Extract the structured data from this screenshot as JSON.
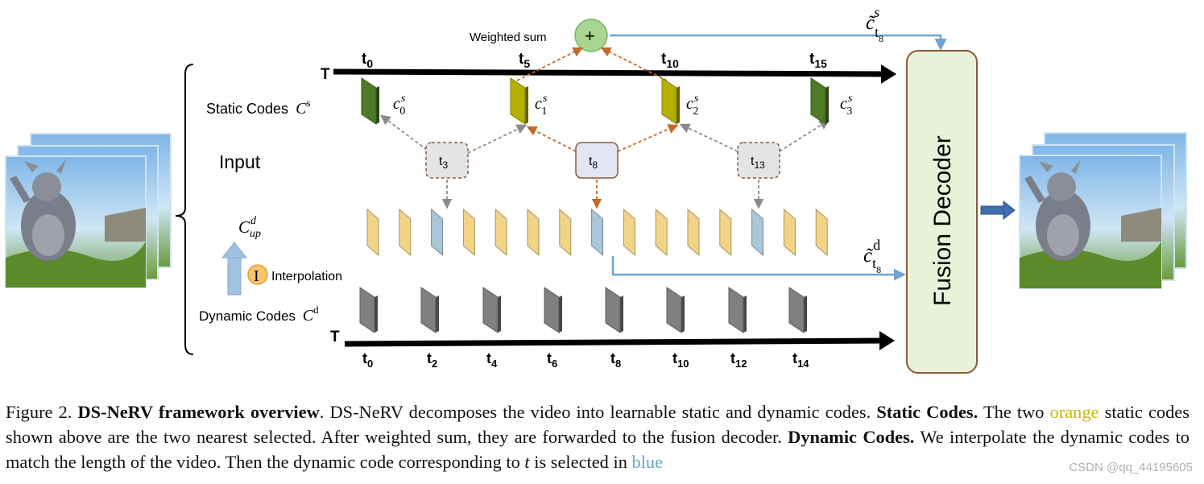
{
  "colors": {
    "static_green": "#4f7a28",
    "static_olive": "#b5b000",
    "dynamic_gray": "#808080",
    "up_yellow": "#f2d487",
    "up_blue": "#a9c7d6",
    "orange_arrow": "#c46a28",
    "gray_arrow": "#8a8a8a",
    "blue_line": "#6fa3d0",
    "decoder_fill": "#e8f2d8",
    "decoder_border": "#8a5a3a",
    "plus_fill": "#a8d591"
  },
  "labels": {
    "weighted_sum": "Weighted sum",
    "plus": "+",
    "static_codes": "Static Codes",
    "static_codes_sym": "C",
    "static_codes_sup": "s",
    "input": "Input",
    "cup": "C",
    "cup_sup": "d",
    "cup_sub": "up",
    "interp_icon": "I",
    "interpolation": "Interpolation",
    "dynamic_codes": "Dynamic Codes",
    "dynamic_codes_sym": "C",
    "dynamic_codes_sup": "d",
    "axis_T_top": "T",
    "axis_T_bottom": "T",
    "fusion_decoder": "Fusion Decoder",
    "ct_s_base": "c̃",
    "ct_s_sub": "t",
    "ct_s_subsub": "8",
    "ct_s_sup": "s",
    "ct_d_base": "c̃",
    "ct_d_sub": "t",
    "ct_d_subsub": "8",
    "ct_d_sup": "d"
  },
  "top_ticks": [
    {
      "base": "t",
      "sub": "0"
    },
    {
      "base": "t",
      "sub": "5"
    },
    {
      "base": "t",
      "sub": "10"
    },
    {
      "base": "t",
      "sub": "15"
    }
  ],
  "static_code_labels": [
    {
      "base": "c",
      "sub": "0",
      "sup": "s",
      "color": "green"
    },
    {
      "base": "c",
      "sub": "1",
      "sup": "s",
      "color": "olive"
    },
    {
      "base": "c",
      "sub": "2",
      "sup": "s",
      "color": "olive"
    },
    {
      "base": "c",
      "sub": "3",
      "sup": "s",
      "color": "green"
    }
  ],
  "input_boxes": [
    {
      "base": "t",
      "sub": "3",
      "selected": false
    },
    {
      "base": "t",
      "sub": "8",
      "selected": true
    },
    {
      "base": "t",
      "sub": "13",
      "selected": false
    }
  ],
  "upsampled_codes": [
    "y",
    "y",
    "b",
    "y",
    "y",
    "y",
    "y",
    "b",
    "y",
    "y",
    "y",
    "y",
    "b",
    "y",
    "y"
  ],
  "bottom_ticks": [
    {
      "base": "t",
      "sub": "0"
    },
    {
      "base": "t",
      "sub": "2"
    },
    {
      "base": "t",
      "sub": "4"
    },
    {
      "base": "t",
      "sub": "6"
    },
    {
      "base": "t",
      "sub": "8"
    },
    {
      "base": "t",
      "sub": "10"
    },
    {
      "base": "t",
      "sub": "12"
    },
    {
      "base": "t",
      "sub": "14"
    }
  ],
  "caption": {
    "prefix": "Figure 2.",
    "bold_title": "DS-NeRV framework overview",
    "text1": ". DS-NeRV decomposes the video into learnable static and dynamic codes.",
    "bold_static": "Static Codes.",
    "text2": "The two",
    "orange_word": "orange",
    "text3": "static codes shown above are the two nearest selected. After weighted sum, they are forwarded to the fusion decoder.",
    "bold_dynamic": "Dynamic Codes.",
    "text4": "We interpolate the dynamic codes to match the length of the video. Then the dynamic code corresponding to",
    "t_symbol": "t",
    "text5": "is selected in",
    "blue_word": "blue"
  },
  "watermark": "CSDN @qq_44195605"
}
